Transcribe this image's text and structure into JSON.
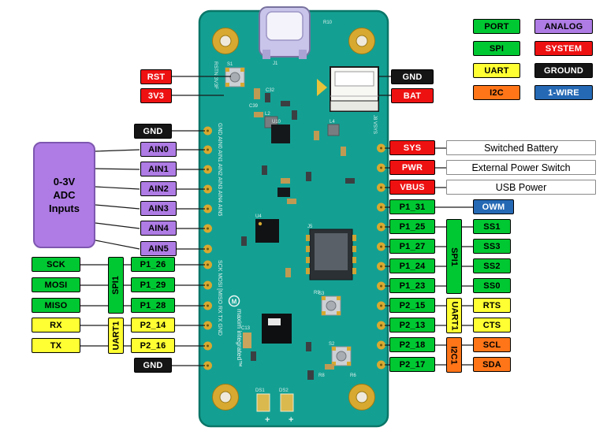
{
  "colors": {
    "port_green": "#00c832",
    "analog_purple": "#ae7ce4",
    "system_red": "#ee1111",
    "uart_yellow": "#ffff33",
    "ground_black": "#151515",
    "i2c_orange": "#ff7518",
    "onewire_blue": "#2569b5",
    "board_teal": "#13a093",
    "gold": "#d8a930"
  },
  "legend": {
    "port": "PORT",
    "analog": "ANALOG",
    "spi": "SPI",
    "system": "SYSTEM",
    "uart": "UART",
    "ground": "GROUND",
    "i2c": "I2C",
    "onewire": "1-WIRE"
  },
  "left": {
    "rst": "RST",
    "v3": "3V3",
    "gnd_top": "GND",
    "adc_lines": [
      "0-3V",
      "ADC",
      "Inputs"
    ],
    "ain": [
      "AIN0",
      "AIN1",
      "AIN2",
      "AIN3",
      "AIN4",
      "AIN5"
    ],
    "spi_bus": "SPI1",
    "spi": [
      {
        "signal": "SCK",
        "port": "P1_26"
      },
      {
        "signal": "MOSI",
        "port": "P1_29"
      },
      {
        "signal": "MISO",
        "port": "P1_28"
      }
    ],
    "uart_bus": "UART1",
    "uart": [
      {
        "signal": "RX",
        "port": "P2_14"
      },
      {
        "signal": "TX",
        "port": "P2_16"
      }
    ],
    "gnd_bottom": "GND"
  },
  "right": {
    "gnd": "GND",
    "bat": "BAT",
    "power": [
      {
        "pin": "SYS",
        "desc": "Switched Battery"
      },
      {
        "pin": "PWR",
        "desc": "External Power Switch"
      },
      {
        "pin": "VBUS",
        "desc": "USB Power"
      }
    ],
    "onewire": {
      "port": "P1_31",
      "signal": "OWM"
    },
    "spi_bus": "SPI1",
    "spi": [
      {
        "port": "P1_25",
        "signal": "SS1"
      },
      {
        "port": "P1_27",
        "signal": "SS3"
      },
      {
        "port": "P1_24",
        "signal": "SS2"
      },
      {
        "port": "P1_23",
        "signal": "SS0"
      }
    ],
    "uart_bus": "UART1",
    "uart": [
      {
        "port": "P2_15",
        "signal": "RTS"
      },
      {
        "port": "P2_13",
        "signal": "CTS"
      }
    ],
    "i2c_bus": "I2C1",
    "i2c": [
      {
        "port": "P2_18",
        "signal": "SCL"
      },
      {
        "port": "P2_17",
        "signal": "SDA"
      }
    ]
  },
  "board": {
    "brand": "maxim integrated™",
    "logo_m": "M",
    "silk_top_left": "RSTN 3V3F",
    "silk_left_mid": "GND AIN0 AIN1 AIN2 AIN3 AIN4 AIN5",
    "silk_left_low": "SCK MOSI [MISO RX TX GND",
    "refs": {
      "j1": "J1",
      "s1": "S1",
      "c39": "C39",
      "c32": "C32",
      "l2": "L2",
      "u10": "U10",
      "l4": "L4",
      "j8": "J8 VSYS",
      "u4": "U4",
      "j5": "J5",
      "r9": "R9",
      "s3": "S3",
      "s2": "S2",
      "r6": "R6",
      "r8": "R8",
      "c13": "C13",
      "ds1": "DS1",
      "ds2": "DS2",
      "r10": "R10",
      "plus1": "+",
      "plus2": "+"
    }
  }
}
